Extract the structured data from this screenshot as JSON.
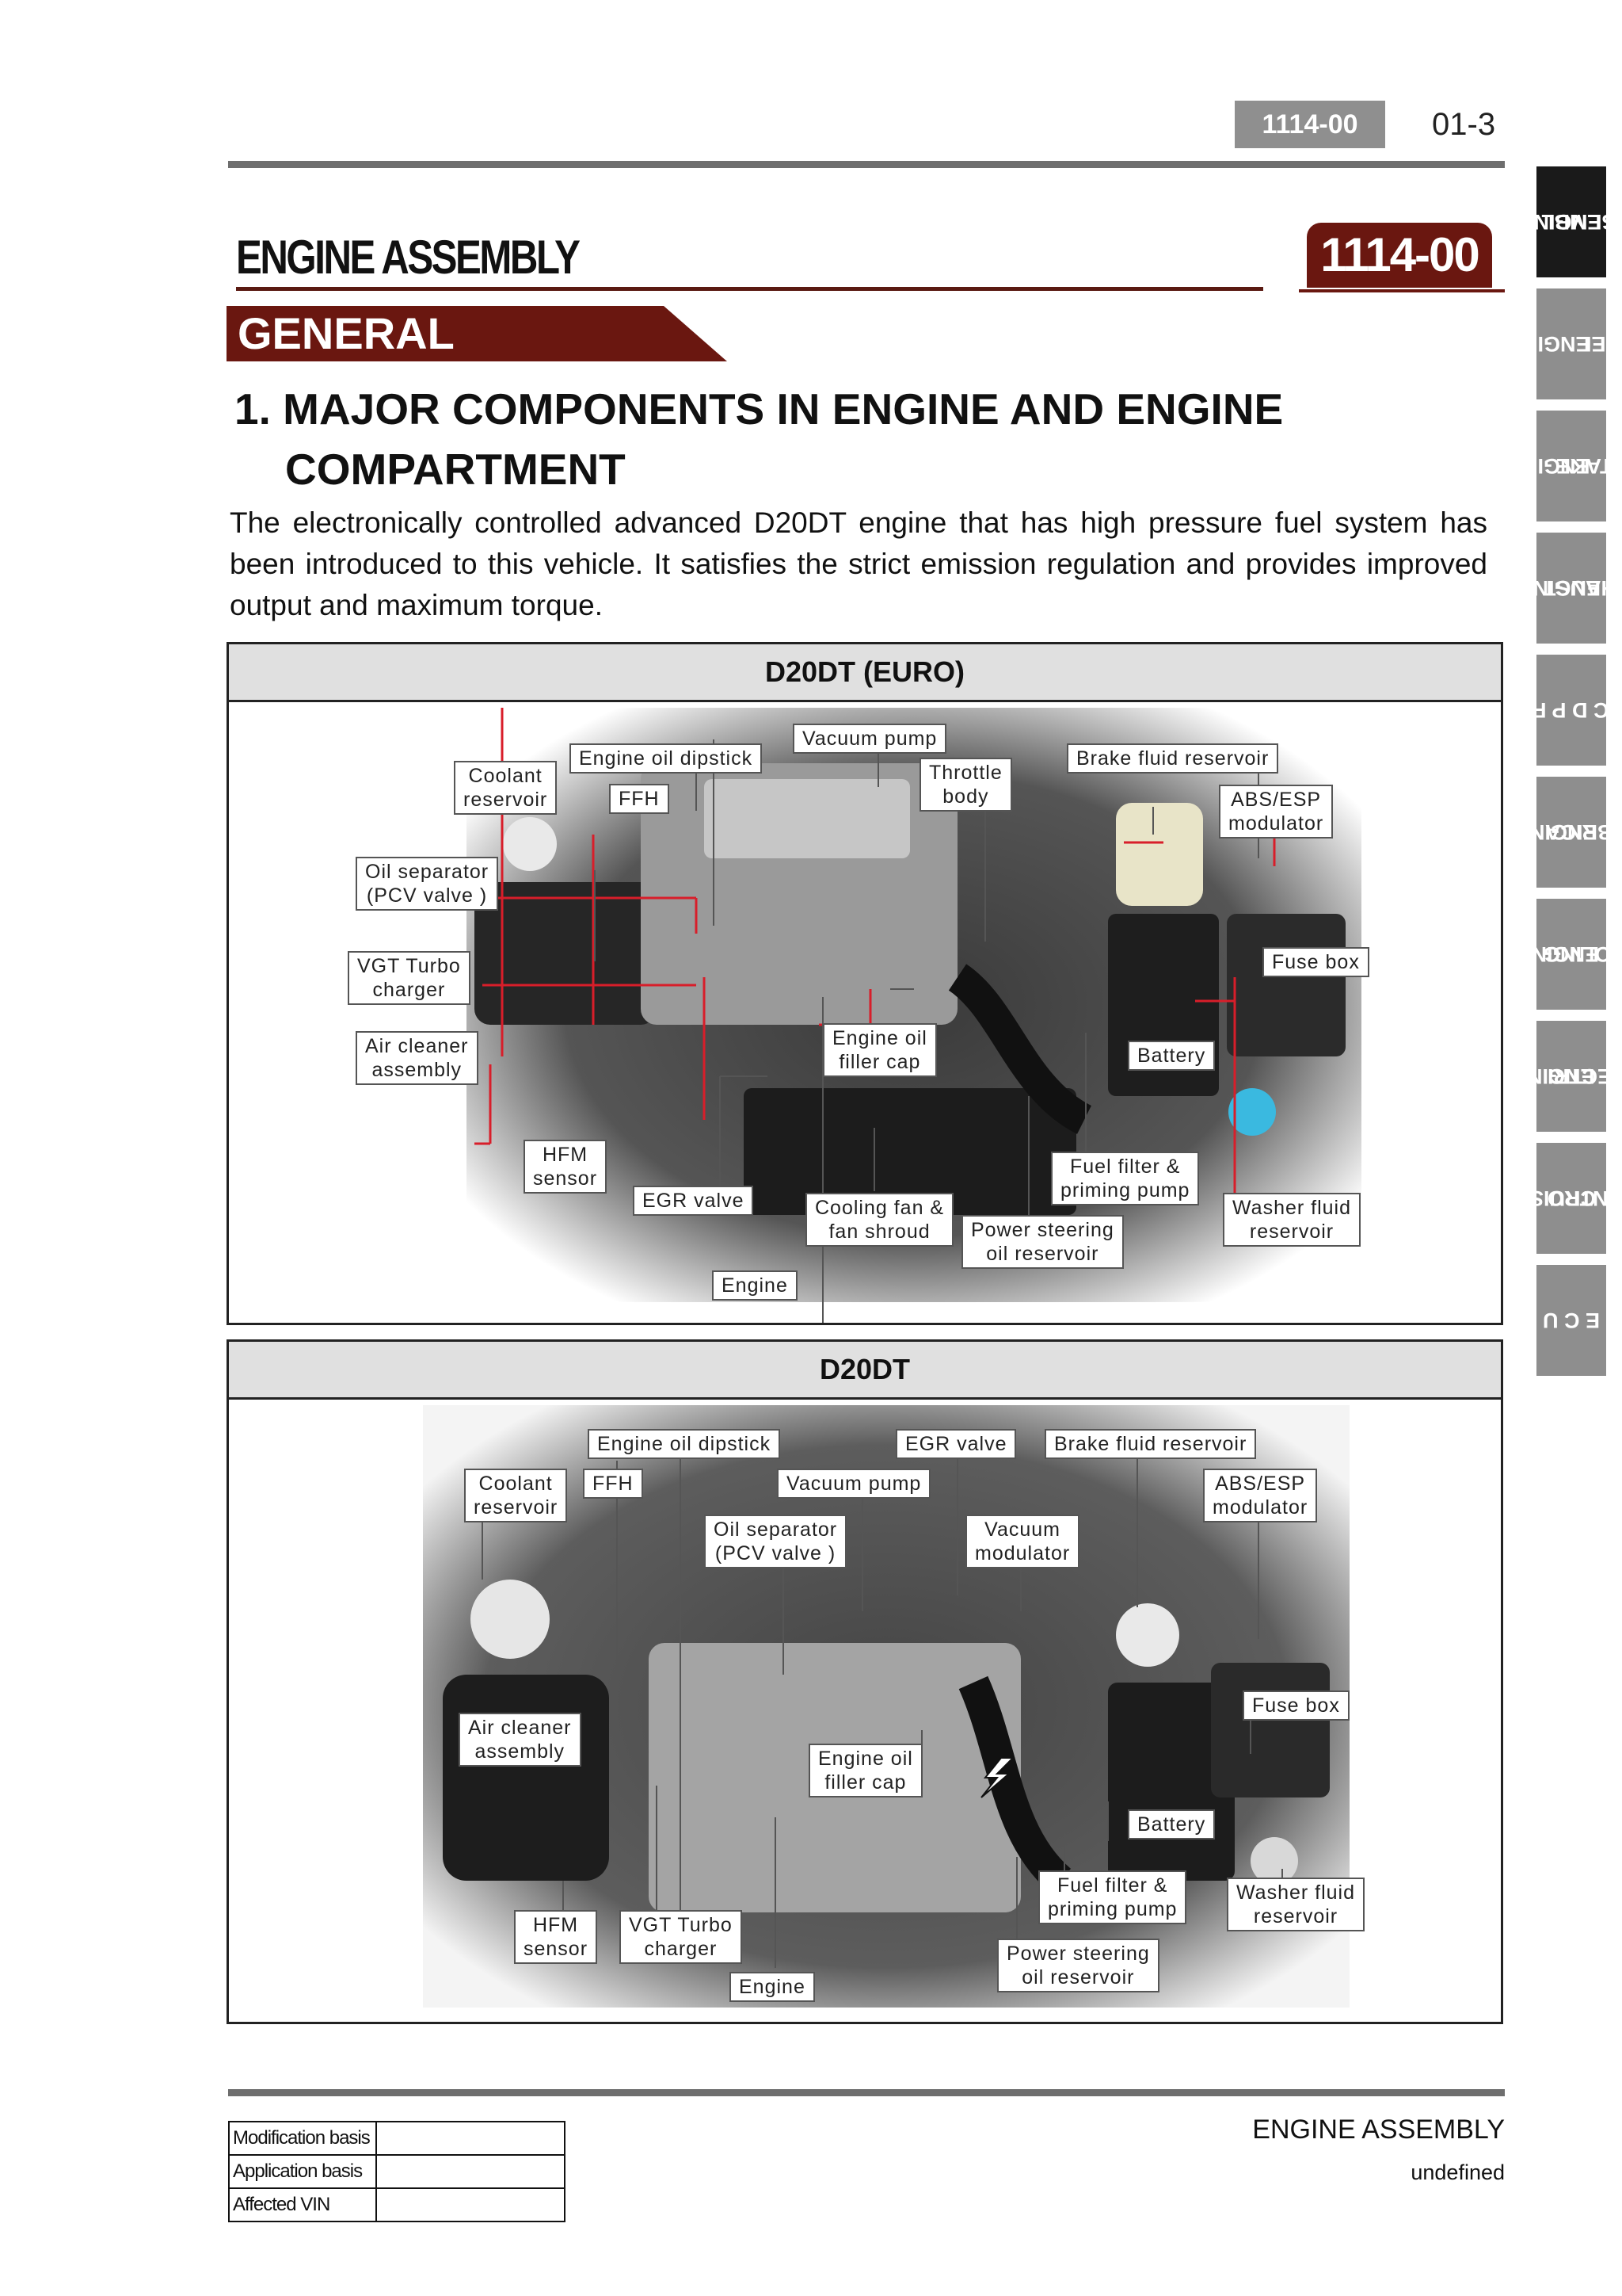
{
  "header": {
    "code_badge": "1114-00",
    "page_number": "01-3"
  },
  "title": {
    "main": "ENGINE ASSEMBLY",
    "code": "1114-00",
    "section": "GENERAL"
  },
  "heading": {
    "line1": "1. MAJOR COMPONENTS IN ENGINE AND ENGINE",
    "line2": "COMPARTMENT"
  },
  "intro": "The electronically controlled advanced D20DT engine that has high pressure fuel system has been introduced to this vehicle. It satisfies the strict emission regulation and provides improved output and maximum torque.",
  "figure1": {
    "title": "D20DT (EURO)",
    "labels": {
      "vacuum_pump": "Vacuum pump",
      "engine_oil_dipstick": "Engine oil dipstick",
      "coolant_1": "Coolant",
      "coolant_2": "reservoir",
      "ffh": "FFH",
      "throttle_1": "Throttle",
      "throttle_2": "body",
      "brake_fluid": "Brake fluid reservoir",
      "abs_1": "ABS/ESP",
      "abs_2": "modulator",
      "oil_sep_1": "Oil separator",
      "oil_sep_2": "(PCV valve )",
      "vgt_1": "VGT Turbo",
      "vgt_2": "charger",
      "fuse_box": "Fuse box",
      "air_1": "Air cleaner",
      "air_2": "assembly",
      "oil_cap_1": "Engine oil",
      "oil_cap_2": "filler cap",
      "battery": "Battery",
      "hfm_1": "HFM",
      "hfm_2": "sensor",
      "fuel_filter_1": "Fuel filter &",
      "fuel_filter_2": "priming pump",
      "egr_valve": "EGR valve",
      "cooling_fan_1": "Cooling fan &",
      "cooling_fan_2": "fan shroud",
      "washer_1": "Washer fluid",
      "washer_2": "reservoir",
      "ps_1": "Power steering",
      "ps_2": "oil reservoir",
      "engine": "Engine"
    }
  },
  "figure2": {
    "title": "D20DT",
    "labels": {
      "engine_oil_dipstick": "Engine oil dipstick",
      "egr_valve": "EGR valve",
      "brake_fluid": "Brake fluid reservoir",
      "coolant_1": "Coolant",
      "coolant_2": "reservoir",
      "ffh": "FFH",
      "vacuum_pump": "Vacuum pump",
      "abs_1": "ABS/ESP",
      "abs_2": "modulator",
      "oil_sep_1": "Oil separator",
      "oil_sep_2": "(PCV valve )",
      "vac_mod_1": "Vacuum",
      "vac_mod_2": "modulator",
      "fuse_box": "Fuse box",
      "air_1": "Air cleaner",
      "air_2": "assembly",
      "oil_cap_1": "Engine oil",
      "oil_cap_2": "filler cap",
      "battery": "Battery",
      "fuel_filter_1": "Fuel filter &",
      "fuel_filter_2": "priming pump",
      "washer_1": "Washer fluid",
      "washer_2": "reservoir",
      "hfm_1": "HFM",
      "hfm_2": "sensor",
      "vgt_1": "VGT Turbo",
      "vgt_2": "charger",
      "ps_1": "Power steering",
      "ps_2": "oil reservoir",
      "engine": "Engine"
    }
  },
  "side_tabs": [
    {
      "line1": "ENGINE",
      "line2": "ASSEMBL"
    },
    {
      "line1": "ENGINE",
      "line2": "FUEL"
    },
    {
      "line1": "ENGINE",
      "line2": "INTAKE"
    },
    {
      "line1": "ENGINE",
      "line2": "EXHAUST"
    },
    {
      "line1": "C D P F",
      "line2": ""
    },
    {
      "line1": "ENGINE",
      "line2": "LUBRICA"
    },
    {
      "line1": "ENGINE",
      "line2": "COOLING"
    },
    {
      "line1": "ENGINE",
      "line2": "ELECTRI"
    },
    {
      "line1": "CRUISE",
      "line2": "CONTRO"
    },
    {
      "line1": "E C U",
      "line2": ""
    }
  ],
  "footer": {
    "title": "ENGINE ASSEMBLY",
    "subtitle": "undefined",
    "table": [
      {
        "key": "Modification basis",
        "value": ""
      },
      {
        "key": "Application basis",
        "value": ""
      },
      {
        "key": "Affected VIN",
        "value": ""
      }
    ]
  },
  "colors": {
    "brand_red": "#6a1710",
    "tab_gray": "#8e8e8e",
    "tab_active": "#1a1a1a",
    "leader": "#d81e2a"
  }
}
